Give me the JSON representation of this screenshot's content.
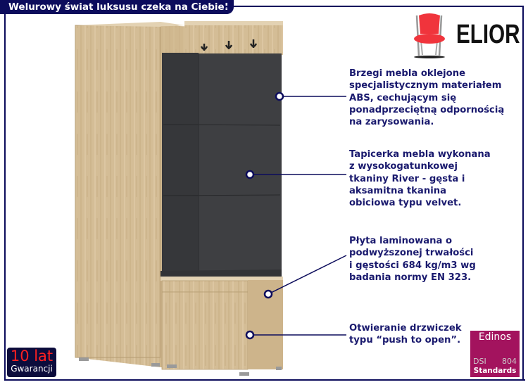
{
  "banner": {
    "title": "Welurowy świat luksusu czeka na Ciebie!"
  },
  "brand": {
    "name": "ELIOR",
    "logo_icon": "red-chair-icon"
  },
  "features": [
    {
      "text": "Brzegi mebla oklejone\nspecjalistycznym materiałem\nABS, cechującym się\nponadprzeciętną odpornością\nna zarysowania."
    },
    {
      "text": "Tapicerka mebla wykonana\nz wysokogatunkowej\ntkaniny River - gęsta i\naksamitna tkanina\nobiciowa typu velvet."
    },
    {
      "text": "Płyta laminowana o\npodwyższonej trwałości\ni gęstości 684 kg/m3 wg\nbadania normy EN 323."
    },
    {
      "text": "Otwieranie drzwiczek\ntypu “push to open”."
    }
  ],
  "warranty": {
    "years": "10 lat",
    "label": "Gwarancji"
  },
  "certification": {
    "name": "Edinos",
    "left": "DSI",
    "right": "804",
    "bottom": "Standards"
  },
  "colors": {
    "navy": "#0c0c5c",
    "text": "#1a1a6e",
    "wood": "#d4bd96",
    "upholstery": "#3b3c3f",
    "edinos": "#a3135e",
    "warranty_red": "#ff2020"
  }
}
